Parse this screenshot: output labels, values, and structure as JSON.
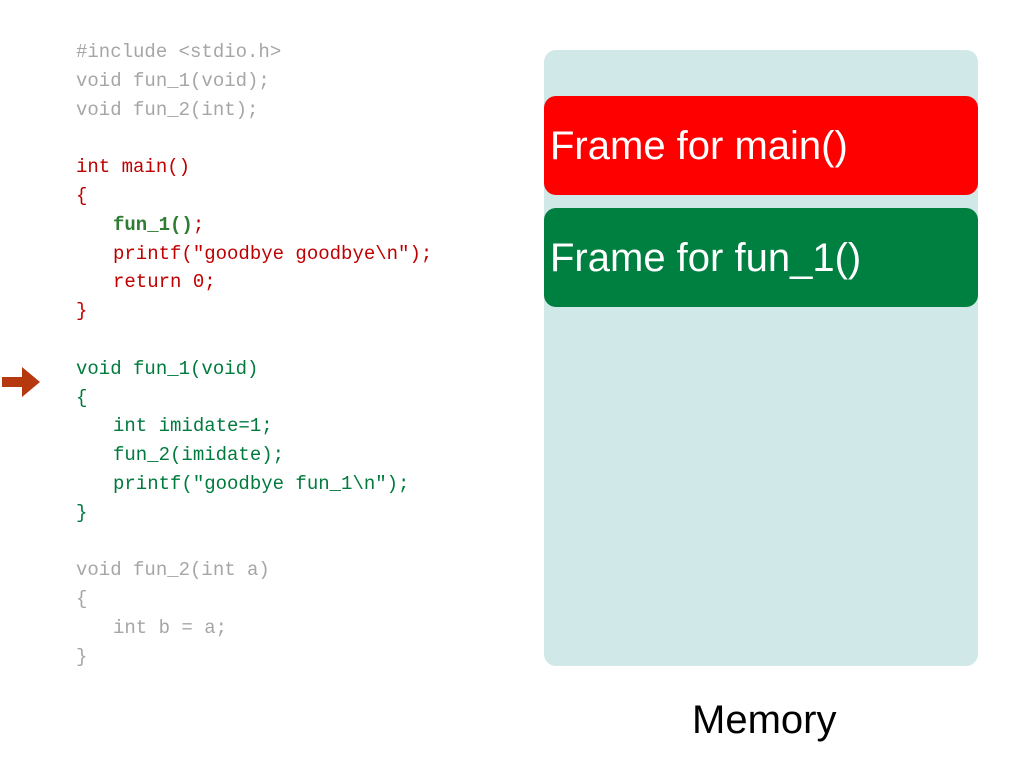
{
  "code": {
    "lines": [
      "#include <stdio.h>",
      "void fun_1(void);",
      "void fun_2(int);",
      "",
      "int main()",
      "{",
      "fun_1()",
      ";",
      "printf(\"goodbye goodbye\\n\");",
      "return 0;",
      "}",
      "",
      "void fun_1(void)",
      "{",
      "int imidate=1;",
      "fun_2(imidate);",
      "printf(\"goodbye fun_1\\n\");",
      "}",
      "",
      "void fun_2(int a)",
      "{",
      "int b = a;",
      "}"
    ]
  },
  "pointer": {
    "icon": "right-arrow-icon",
    "color": "#b5380f"
  },
  "memory": {
    "label": "Memory",
    "background_color": "#d1e8e9",
    "frames": [
      {
        "label": "Frame for main()",
        "color": "#ff0000"
      },
      {
        "label": "Frame for fun_1()",
        "color": "#008040"
      }
    ]
  },
  "colors": {
    "inactive_code": "#a6a6a6",
    "main_code": "#c00000",
    "fun_1_code": "#007a3d"
  }
}
